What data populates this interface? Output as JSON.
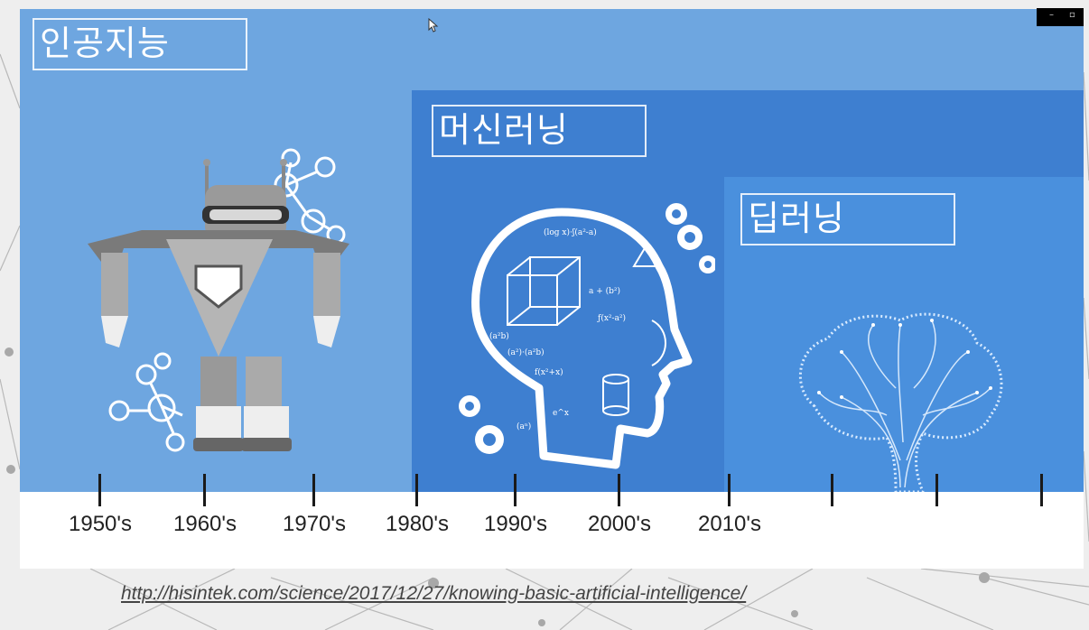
{
  "titles": {
    "ai": "인공지능",
    "ml": "머신러닝",
    "dl": "딥러닝"
  },
  "timeline": {
    "years": [
      "1950's",
      "1960's",
      "1970's",
      "1980's",
      "1990's",
      "2000's",
      "2010's"
    ]
  },
  "source_url": "http://hisintek.com/science/2017/12/27/knowing-basic-artificial-intelligence/",
  "colors": {
    "ai_panel": "#6ea6e0",
    "ml_panel": "#3e7fd0",
    "dl_panel": "#4a90dd",
    "timeline_bg": "#ffffff"
  },
  "icons": [
    "robot-icon",
    "head-formula-icon",
    "brain-circuit-icon",
    "molecule-icon",
    "gear-icon",
    "mouse-cursor-icon"
  ]
}
